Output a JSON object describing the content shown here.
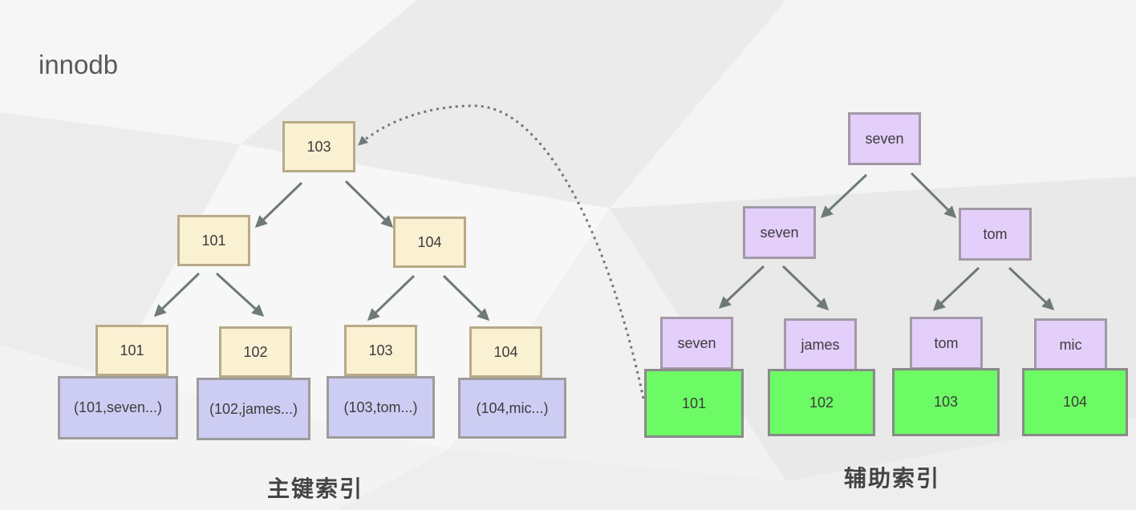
{
  "title": "innodb",
  "primary_index": {
    "caption": "主键索引",
    "root": "103",
    "level2": [
      "101",
      "104"
    ],
    "leaves": [
      {
        "key": "101",
        "row": "(101,seven...)"
      },
      {
        "key": "102",
        "row": "(102,james...)"
      },
      {
        "key": "103",
        "row": "(103,tom...)"
      },
      {
        "key": "104",
        "row": "(104,mic...)"
      }
    ]
  },
  "secondary_index": {
    "caption": "辅助索引",
    "root": "seven",
    "level2": [
      "seven",
      "tom"
    ],
    "leaves": [
      {
        "key": "seven",
        "pk": "101"
      },
      {
        "key": "james",
        "pk": "102"
      },
      {
        "key": "tom",
        "pk": "103"
      },
      {
        "key": "mic",
        "pk": "104"
      }
    ]
  },
  "colors": {
    "primary_key_node": "#faf0d2",
    "row_data_node": "#cdcdf3",
    "secondary_key_node": "#e4cefa",
    "primary_key_value_node": "#6cfb64",
    "arrow": "#6e7a78"
  }
}
